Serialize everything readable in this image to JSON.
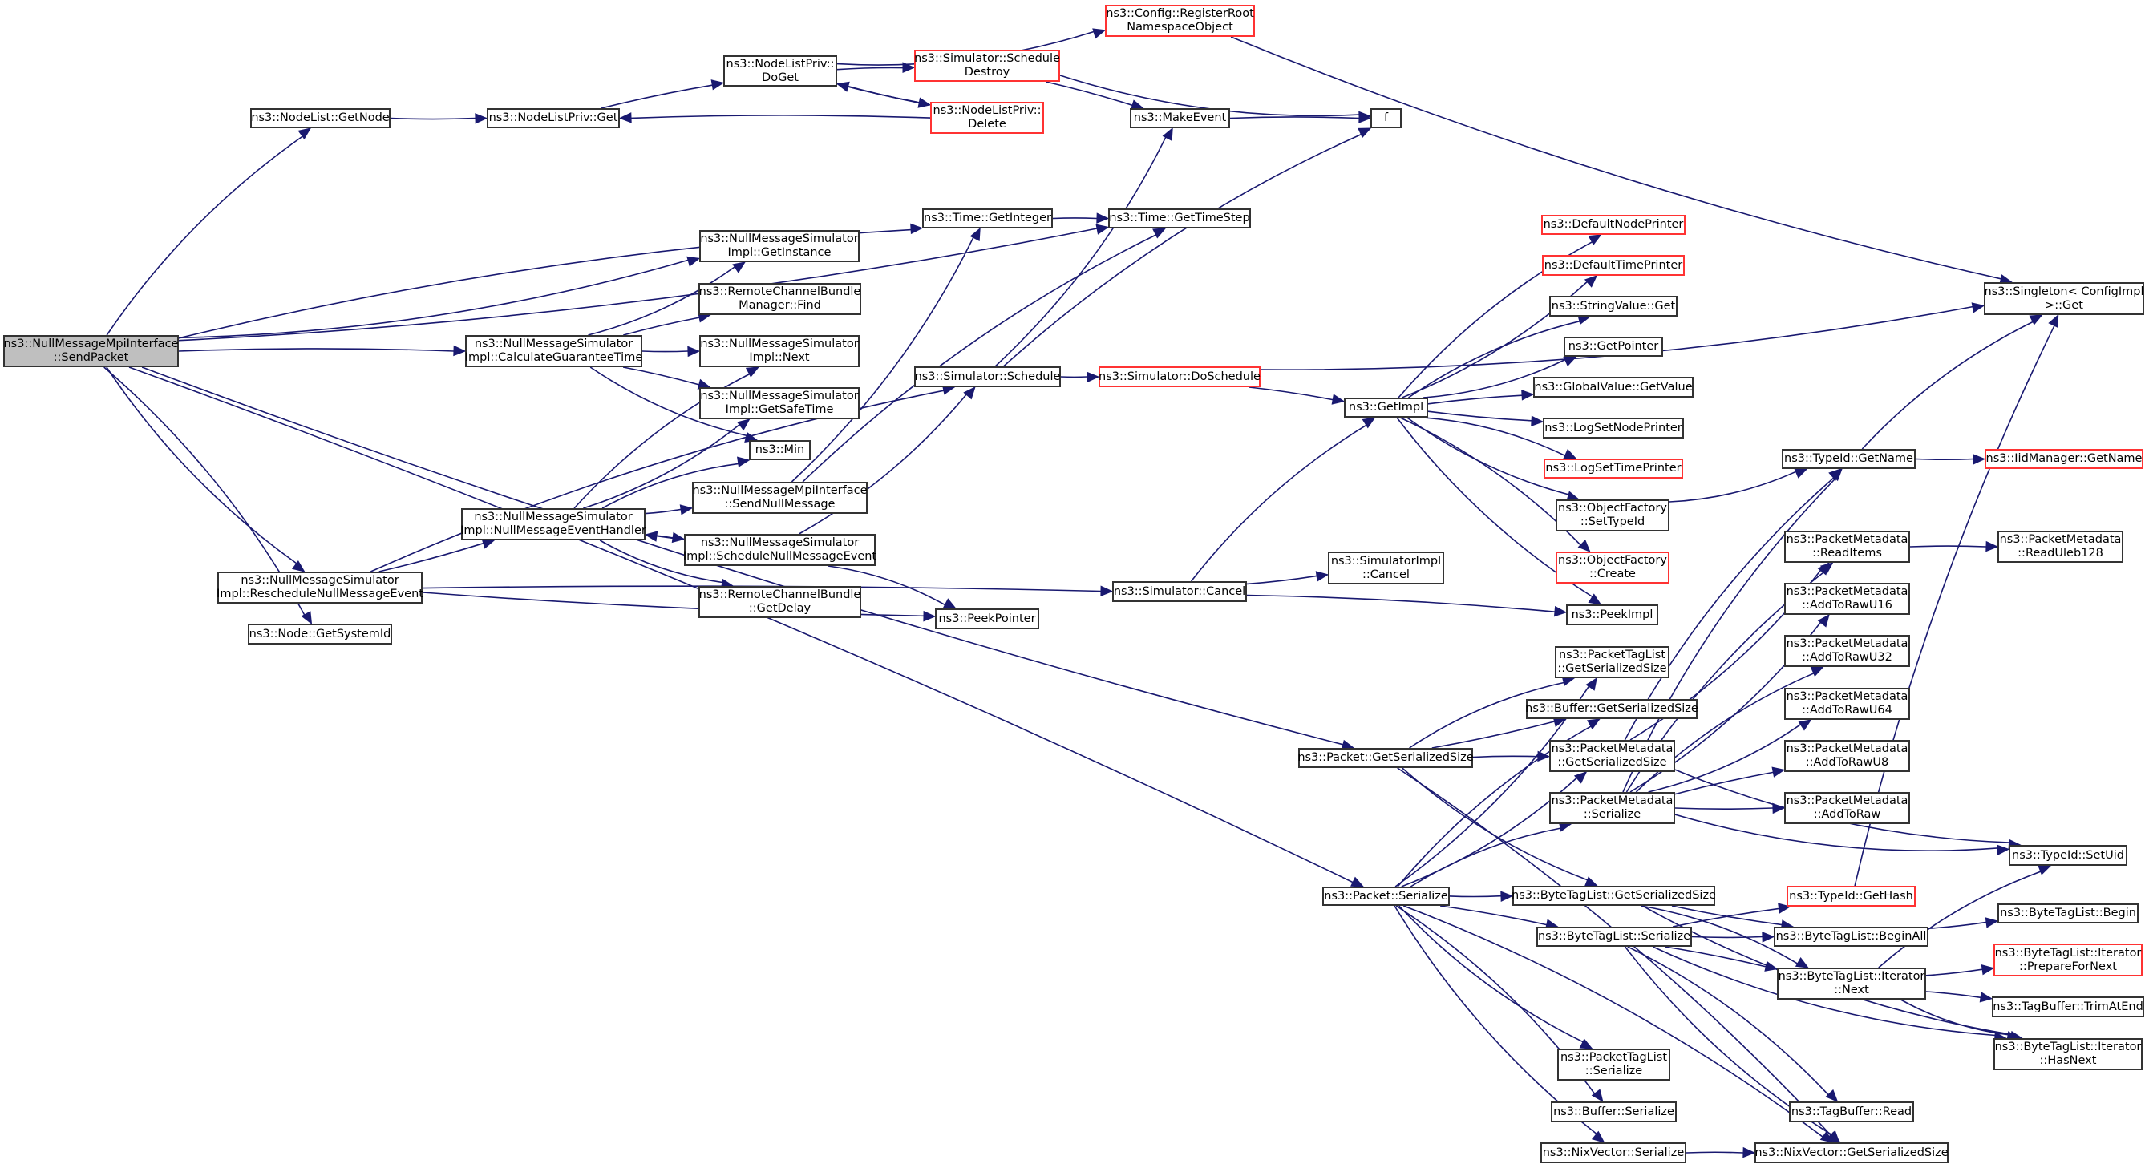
{
  "diagram": {
    "type": "call-graph",
    "colors": {
      "edge": "#191970",
      "root_fill": "#bfbfbf",
      "node_border": "#333333",
      "external_border": "#ff3333",
      "background": "#ffffff"
    },
    "nodes": [
      {
        "id": "sendpacket",
        "label": "ns3::NullMessageMpiInterface\n::SendPacket",
        "kind": "root"
      },
      {
        "id": "nodelist_getnode",
        "label": "ns3::NodeList::GetNode",
        "kind": "normal"
      },
      {
        "id": "nodelistpriv_get",
        "label": "ns3::NodeListPriv::Get",
        "kind": "normal"
      },
      {
        "id": "nodelistpriv_doget",
        "label": "ns3::NodeListPriv::\nDoGet",
        "kind": "normal"
      },
      {
        "id": "config_registerroot",
        "label": "ns3::Config::RegisterRoot\nNamespaceObject",
        "kind": "external"
      },
      {
        "id": "sim_scheduledestroy",
        "label": "ns3::Simulator::Schedule\nDestroy",
        "kind": "external"
      },
      {
        "id": "nodelistpriv_delete",
        "label": "ns3::NodeListPriv::\nDelete",
        "kind": "external"
      },
      {
        "id": "makeevent",
        "label": "ns3::MakeEvent",
        "kind": "normal"
      },
      {
        "id": "f",
        "label": "f",
        "kind": "normal"
      },
      {
        "id": "time_getinteger",
        "label": "ns3::Time::GetInteger",
        "kind": "normal"
      },
      {
        "id": "time_gettimestep",
        "label": "ns3::Time::GetTimeStep",
        "kind": "normal"
      },
      {
        "id": "nms_getinstance",
        "label": "ns3::NullMessageSimulator\nImpl::GetInstance",
        "kind": "normal"
      },
      {
        "id": "rcbm_find",
        "label": "ns3::RemoteChannelBundle\nManager::Find",
        "kind": "normal"
      },
      {
        "id": "nms_calcguarantee",
        "label": "ns3::NullMessageSimulator\nImpl::CalculateGuaranteeTime",
        "kind": "normal"
      },
      {
        "id": "nms_next",
        "label": "ns3::NullMessageSimulator\nImpl::Next",
        "kind": "normal"
      },
      {
        "id": "nms_getsafetime",
        "label": "ns3::NullMessageSimulator\nImpl::GetSafeTime",
        "kind": "normal"
      },
      {
        "id": "min",
        "label": "ns3::Min",
        "kind": "normal"
      },
      {
        "id": "nmpi_sendnullmessage",
        "label": "ns3::NullMessageMpiInterface\n::SendNullMessage",
        "kind": "normal"
      },
      {
        "id": "nms_eventhandler",
        "label": "ns3::NullMessageSimulator\nImpl::NullMessageEventHandler",
        "kind": "normal"
      },
      {
        "id": "nms_schedulenull",
        "label": "ns3::NullMessageSimulator\nImpl::ScheduleNullMessageEvent",
        "kind": "normal"
      },
      {
        "id": "rcb_getdelay",
        "label": "ns3::RemoteChannelBundle\n::GetDelay",
        "kind": "normal"
      },
      {
        "id": "nms_reschedulenull",
        "label": "ns3::NullMessageSimulator\nImpl::RescheduleNullMessageEvent",
        "kind": "normal"
      },
      {
        "id": "node_getsystemid",
        "label": "ns3::Node::GetSystemId",
        "kind": "normal"
      },
      {
        "id": "peekpointer",
        "label": "ns3::PeekPointer",
        "kind": "normal"
      },
      {
        "id": "sim_schedule",
        "label": "ns3::Simulator::Schedule",
        "kind": "normal"
      },
      {
        "id": "sim_doschedule",
        "label": "ns3::Simulator::DoSchedule",
        "kind": "external"
      },
      {
        "id": "sim_cancel",
        "label": "ns3::Simulator::Cancel",
        "kind": "normal"
      },
      {
        "id": "simimpl_cancel",
        "label": "ns3::SimulatorImpl\n::Cancel",
        "kind": "normal"
      },
      {
        "id": "getimpl",
        "label": "ns3::GetImpl",
        "kind": "normal"
      },
      {
        "id": "defaultnodeprinter",
        "label": "ns3::DefaultNodePrinter",
        "kind": "external"
      },
      {
        "id": "defaulttimeprinter",
        "label": "ns3::DefaultTimePrinter",
        "kind": "external"
      },
      {
        "id": "stringvalue_get",
        "label": "ns3::StringValue::Get",
        "kind": "normal"
      },
      {
        "id": "getpointer",
        "label": "ns3::GetPointer",
        "kind": "normal"
      },
      {
        "id": "globalvalue_getvalue",
        "label": "ns3::GlobalValue::GetValue",
        "kind": "normal"
      },
      {
        "id": "logsetnodeprinter",
        "label": "ns3::LogSetNodePrinter",
        "kind": "normal"
      },
      {
        "id": "logsettimeprinter",
        "label": "ns3::LogSetTimePrinter",
        "kind": "external"
      },
      {
        "id": "objfactory_settypeid",
        "label": "ns3::ObjectFactory\n::SetTypeId",
        "kind": "normal"
      },
      {
        "id": "objfactory_create",
        "label": "ns3::ObjectFactory\n::Create",
        "kind": "external"
      },
      {
        "id": "peekimpl",
        "label": "ns3::PeekImpl",
        "kind": "normal"
      },
      {
        "id": "singleton_get",
        "label": "ns3::Singleton< ConfigImpl\n>::Get",
        "kind": "normal"
      },
      {
        "id": "typeid_getname",
        "label": "ns3::TypeId::GetName",
        "kind": "normal"
      },
      {
        "id": "iidmanager_getname",
        "label": "ns3::IidManager::GetName",
        "kind": "external"
      },
      {
        "id": "pm_readitems",
        "label": "ns3::PacketMetadata\n::ReadItems",
        "kind": "normal"
      },
      {
        "id": "pm_readuleb128",
        "label": "ns3::PacketMetadata\n::ReadUleb128",
        "kind": "normal"
      },
      {
        "id": "pm_addtorawu16",
        "label": "ns3::PacketMetadata\n::AddToRawU16",
        "kind": "normal"
      },
      {
        "id": "pm_addtorawu32",
        "label": "ns3::PacketMetadata\n::AddToRawU32",
        "kind": "normal"
      },
      {
        "id": "pm_addtorawu64",
        "label": "ns3::PacketMetadata\n::AddToRawU64",
        "kind": "normal"
      },
      {
        "id": "pm_addtorawu8",
        "label": "ns3::PacketMetadata\n::AddToRawU8",
        "kind": "normal"
      },
      {
        "id": "pm_addtoraw",
        "label": "ns3::PacketMetadata\n::AddToRaw",
        "kind": "normal"
      },
      {
        "id": "ptl_getserializedsize",
        "label": "ns3::PacketTagList\n::GetSerializedSize",
        "kind": "normal"
      },
      {
        "id": "buffer_getserializedsize",
        "label": "ns3::Buffer::GetSerializedSize",
        "kind": "normal"
      },
      {
        "id": "pm_getserializedsize",
        "label": "ns3::PacketMetadata\n::GetSerializedSize",
        "kind": "normal"
      },
      {
        "id": "pm_serialize",
        "label": "ns3::PacketMetadata\n::Serialize",
        "kind": "normal"
      },
      {
        "id": "packet_getserializedsize",
        "label": "ns3::Packet::GetSerializedSize",
        "kind": "normal"
      },
      {
        "id": "packet_serialize",
        "label": "ns3::Packet::Serialize",
        "kind": "normal"
      },
      {
        "id": "typeid_setuid",
        "label": "ns3::TypeId::SetUid",
        "kind": "normal"
      },
      {
        "id": "btl_getserializedsize",
        "label": "ns3::ByteTagList::GetSerializedSize",
        "kind": "normal"
      },
      {
        "id": "typeid_gethash",
        "label": "ns3::TypeId::GetHash",
        "kind": "external"
      },
      {
        "id": "btl_begin",
        "label": "ns3::ByteTagList::Begin",
        "kind": "normal"
      },
      {
        "id": "btl_serialize",
        "label": "ns3::ByteTagList::Serialize",
        "kind": "normal"
      },
      {
        "id": "btl_beginall",
        "label": "ns3::ByteTagList::BeginAll",
        "kind": "normal"
      },
      {
        "id": "btl_iter_next",
        "label": "ns3::ByteTagList::Iterator\n::Next",
        "kind": "normal"
      },
      {
        "id": "btl_iter_prepare",
        "label": "ns3::ByteTagList::Iterator\n::PrepareForNext",
        "kind": "external"
      },
      {
        "id": "tagbuffer_trimatend",
        "label": "ns3::TagBuffer::TrimAtEnd",
        "kind": "normal"
      },
      {
        "id": "btl_iter_hasnext",
        "label": "ns3::ByteTagList::Iterator\n::HasNext",
        "kind": "normal"
      },
      {
        "id": "ptl_serialize",
        "label": "ns3::PacketTagList\n::Serialize",
        "kind": "normal"
      },
      {
        "id": "buffer_serialize",
        "label": "ns3::Buffer::Serialize",
        "kind": "normal"
      },
      {
        "id": "tagbuffer_read",
        "label": "ns3::TagBuffer::Read",
        "kind": "normal"
      },
      {
        "id": "nixvector_serialize",
        "label": "ns3::NixVector::Serialize",
        "kind": "normal"
      },
      {
        "id": "nixvector_getserializedsize",
        "label": "ns3::NixVector::GetSerializedSize",
        "kind": "normal"
      }
    ],
    "edges": [
      [
        "sendpacket",
        "nodelist_getnode"
      ],
      [
        "sendpacket",
        "time_gettimestep"
      ],
      [
        "sendpacket",
        "time_getinteger"
      ],
      [
        "sendpacket",
        "nms_getinstance"
      ],
      [
        "sendpacket",
        "nms_calcguarantee"
      ],
      [
        "sendpacket",
        "nms_reschedulenull"
      ],
      [
        "sendpacket",
        "node_getsystemid"
      ],
      [
        "sendpacket",
        "packet_getserializedsize"
      ],
      [
        "sendpacket",
        "packet_serialize"
      ],
      [
        "nodelist_getnode",
        "nodelistpriv_get"
      ],
      [
        "nodelistpriv_get",
        "nodelistpriv_doget"
      ],
      [
        "nodelistpriv_doget",
        "config_registerroot"
      ],
      [
        "nodelistpriv_doget",
        "sim_scheduledestroy"
      ],
      [
        "nodelistpriv_doget",
        "nodelistpriv_delete"
      ],
      [
        "nodelistpriv_delete",
        "nodelistpriv_doget"
      ],
      [
        "nodelistpriv_delete",
        "nodelistpriv_get"
      ],
      [
        "sim_scheduledestroy",
        "makeevent"
      ],
      [
        "sim_scheduledestroy",
        "f"
      ],
      [
        "makeevent",
        "f"
      ],
      [
        "config_registerroot",
        "singleton_get"
      ],
      [
        "time_getinteger",
        "time_gettimestep"
      ],
      [
        "nms_calcguarantee",
        "nms_getinstance"
      ],
      [
        "nms_calcguarantee",
        "rcbm_find"
      ],
      [
        "nms_calcguarantee",
        "nms_next"
      ],
      [
        "nms_calcguarantee",
        "nms_getsafetime"
      ],
      [
        "nms_calcguarantee",
        "min"
      ],
      [
        "nms_eventhandler",
        "nms_next"
      ],
      [
        "nms_eventhandler",
        "nms_getsafetime"
      ],
      [
        "nms_eventhandler",
        "min"
      ],
      [
        "nms_eventhandler",
        "nmpi_sendnullmessage"
      ],
      [
        "nms_eventhandler",
        "nms_schedulenull"
      ],
      [
        "nms_eventhandler",
        "rcb_getdelay"
      ],
      [
        "nms_schedulenull",
        "nms_eventhandler"
      ],
      [
        "nms_schedulenull",
        "sim_schedule"
      ],
      [
        "nms_schedulenull",
        "peekpointer"
      ],
      [
        "nmpi_sendnullmessage",
        "time_getinteger"
      ],
      [
        "nmpi_sendnullmessage",
        "time_gettimestep"
      ],
      [
        "nms_reschedulenull",
        "nms_eventhandler"
      ],
      [
        "nms_reschedulenull",
        "sim_schedule"
      ],
      [
        "nms_reschedulenull",
        "peekpointer"
      ],
      [
        "nms_reschedulenull",
        "sim_cancel"
      ],
      [
        "sim_schedule",
        "makeevent"
      ],
      [
        "sim_schedule",
        "f"
      ],
      [
        "sim_schedule",
        "sim_doschedule"
      ],
      [
        "sim_doschedule",
        "getimpl"
      ],
      [
        "sim_doschedule",
        "singleton_get"
      ],
      [
        "getimpl",
        "defaultnodeprinter"
      ],
      [
        "getimpl",
        "defaulttimeprinter"
      ],
      [
        "getimpl",
        "stringvalue_get"
      ],
      [
        "getimpl",
        "getpointer"
      ],
      [
        "getimpl",
        "globalvalue_getvalue"
      ],
      [
        "getimpl",
        "logsetnodeprinter"
      ],
      [
        "getimpl",
        "logsettimeprinter"
      ],
      [
        "getimpl",
        "objfactory_settypeid"
      ],
      [
        "getimpl",
        "objfactory_create"
      ],
      [
        "getimpl",
        "peekimpl"
      ],
      [
        "sim_cancel",
        "getimpl"
      ],
      [
        "sim_cancel",
        "simimpl_cancel"
      ],
      [
        "sim_cancel",
        "peekimpl"
      ],
      [
        "objfactory_settypeid",
        "typeid_getname"
      ],
      [
        "typeid_getname",
        "singleton_get"
      ],
      [
        "typeid_getname",
        "iidmanager_getname"
      ],
      [
        "packet_getserializedsize",
        "ptl_getserializedsize"
      ],
      [
        "packet_getserializedsize",
        "buffer_getserializedsize"
      ],
      [
        "packet_getserializedsize",
        "pm_getserializedsize"
      ],
      [
        "packet_getserializedsize",
        "btl_getserializedsize"
      ],
      [
        "packet_getserializedsize",
        "nixvector_getserializedsize"
      ],
      [
        "packet_serialize",
        "ptl_getserializedsize"
      ],
      [
        "packet_serialize",
        "buffer_getserializedsize"
      ],
      [
        "packet_serialize",
        "pm_getserializedsize"
      ],
      [
        "packet_serialize",
        "pm_serialize"
      ],
      [
        "packet_serialize",
        "btl_getserializedsize"
      ],
      [
        "packet_serialize",
        "btl_serialize"
      ],
      [
        "packet_serialize",
        "ptl_serialize"
      ],
      [
        "packet_serialize",
        "buffer_serialize"
      ],
      [
        "packet_serialize",
        "nixvector_serialize"
      ],
      [
        "packet_serialize",
        "nixvector_getserializedsize"
      ],
      [
        "pm_getserializedsize",
        "pm_readitems"
      ],
      [
        "pm_getserializedsize",
        "typeid_getname"
      ],
      [
        "pm_getserializedsize",
        "typeid_setuid"
      ],
      [
        "pm_serialize",
        "pm_readitems"
      ],
      [
        "pm_serialize",
        "pm_addtorawu16"
      ],
      [
        "pm_serialize",
        "pm_addtorawu32"
      ],
      [
        "pm_serialize",
        "pm_addtorawu64"
      ],
      [
        "pm_serialize",
        "pm_addtorawu8"
      ],
      [
        "pm_serialize",
        "pm_addtoraw"
      ],
      [
        "pm_serialize",
        "typeid_getname"
      ],
      [
        "pm_serialize",
        "typeid_setuid"
      ],
      [
        "pm_readitems",
        "pm_readuleb128"
      ],
      [
        "btl_getserializedsize",
        "btl_beginall"
      ],
      [
        "btl_getserializedsize",
        "btl_iter_next"
      ],
      [
        "btl_getserializedsize",
        "btl_iter_hasnext"
      ],
      [
        "btl_serialize",
        "typeid_gethash"
      ],
      [
        "btl_serialize",
        "btl_beginall"
      ],
      [
        "btl_serialize",
        "btl_iter_next"
      ],
      [
        "btl_serialize",
        "btl_iter_hasnext"
      ],
      [
        "btl_serialize",
        "tagbuffer_read"
      ],
      [
        "btl_serialize",
        "nixvector_getserializedsize"
      ],
      [
        "typeid_gethash",
        "singleton_get"
      ],
      [
        "btl_beginall",
        "btl_begin"
      ],
      [
        "btl_iter_next",
        "typeid_setuid"
      ],
      [
        "btl_iter_next",
        "btl_iter_prepare"
      ],
      [
        "btl_iter_next",
        "tagbuffer_trimatend"
      ],
      [
        "btl_iter_next",
        "btl_iter_hasnext"
      ],
      [
        "nixvector_serialize",
        "nixvector_getserializedsize"
      ]
    ]
  }
}
